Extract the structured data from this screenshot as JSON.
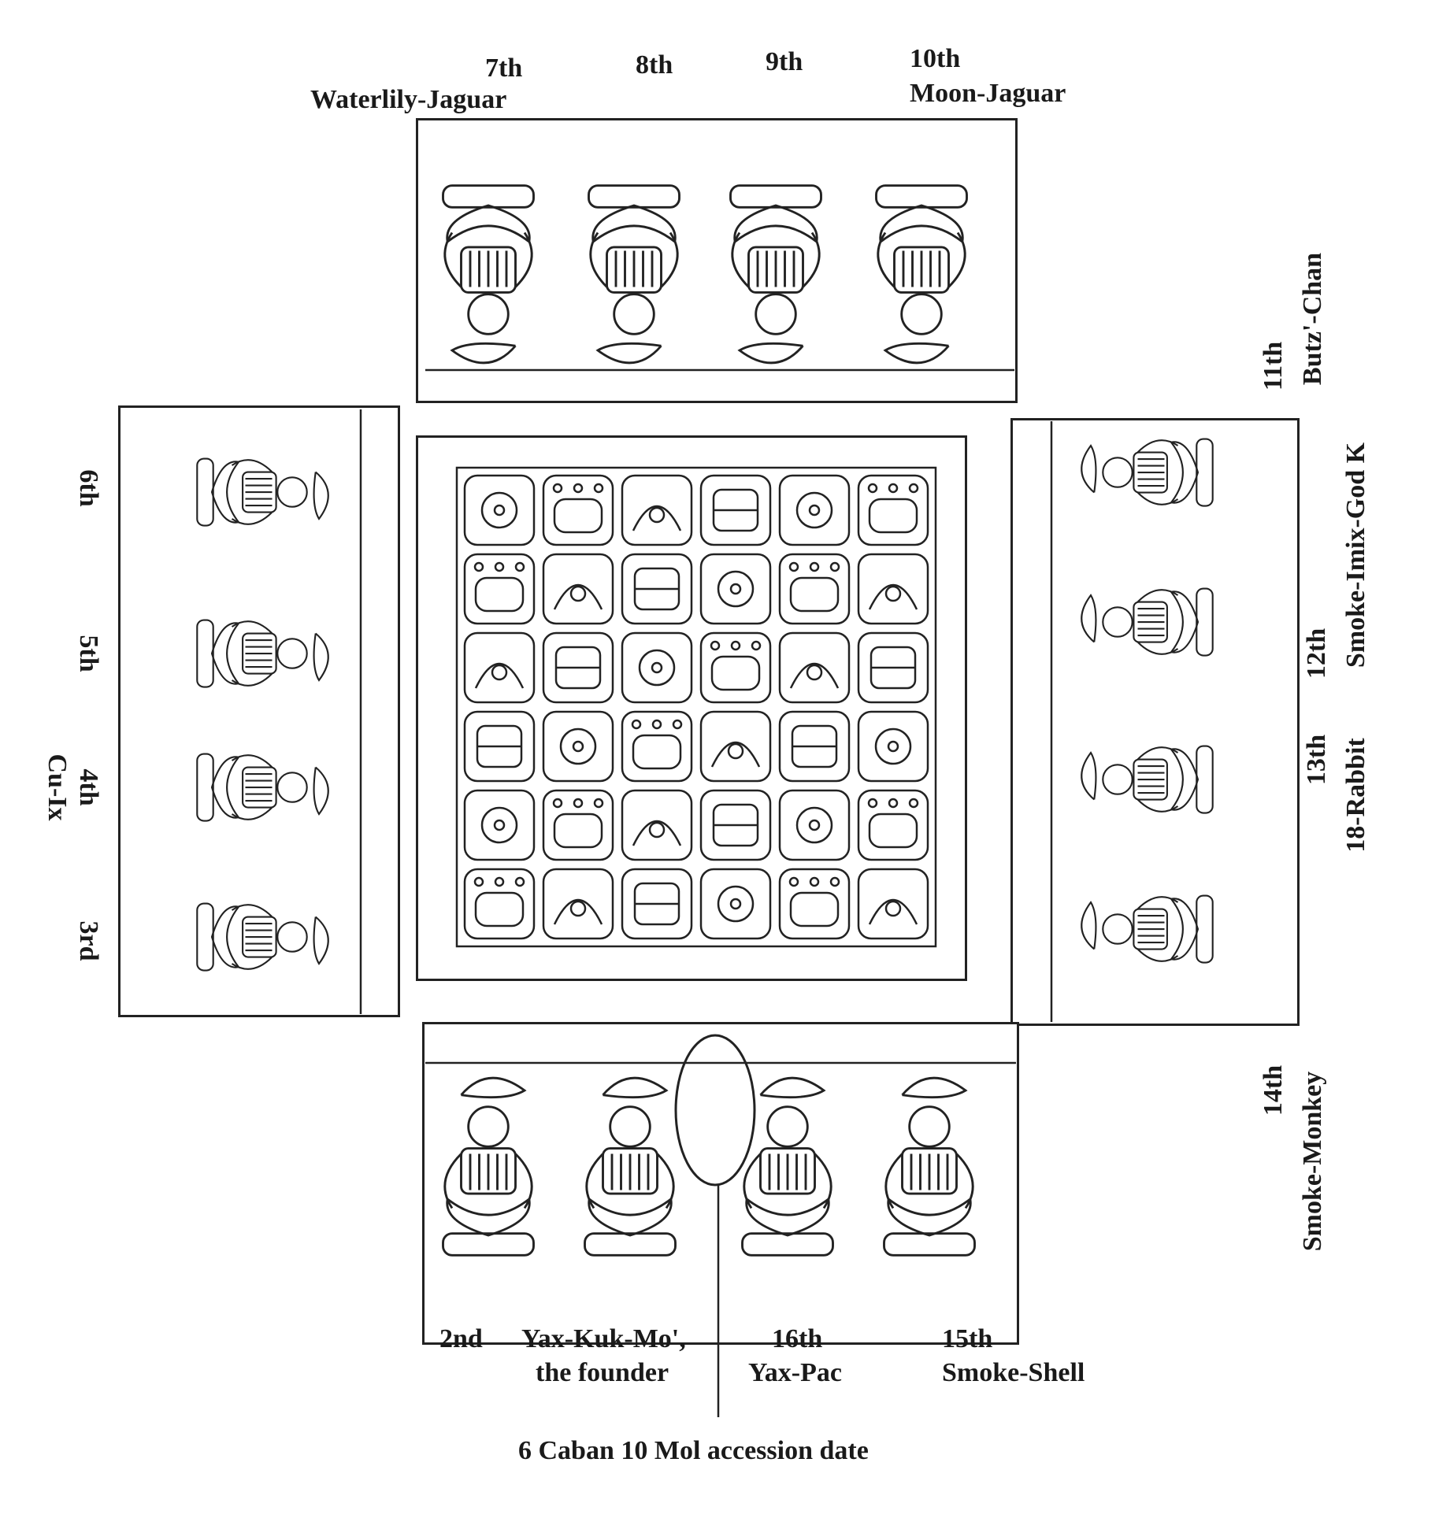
{
  "labels": {
    "top_7": "7th",
    "top_7_name": "Waterlily-Jaguar",
    "top_8": "8th",
    "top_9": "9th",
    "top_10": "10th",
    "top_10_name": "Moon-Jaguar",
    "right_11": "11th",
    "right_11_name": "Butz'-Chan",
    "right_12": "12th",
    "right_12_name": "Smoke-Imix-God K",
    "right_13": "13th",
    "right_13_name": "18-Rabbit",
    "right_14": "14th",
    "right_14_name": "Smoke-Monkey",
    "left_6": "6th",
    "left_5": "5th",
    "left_4": "4th",
    "left_4_name": "Cu-Ix",
    "left_3": "3rd",
    "bottom_2": "2nd",
    "bottom_founder_1": "Yax-Kuk-Mo',",
    "bottom_founder_2": "the founder",
    "bottom_16": "16th",
    "bottom_16_name": "Yax-Pac",
    "bottom_15": "15th",
    "bottom_15_name": "Smoke-Shell",
    "caption": "6 Caban 10 Mol accession date"
  },
  "glyph_grid": {
    "rows": 6,
    "cols": 6
  },
  "colors": {
    "ink": "#1a1a1a",
    "background": "#ffffff"
  }
}
